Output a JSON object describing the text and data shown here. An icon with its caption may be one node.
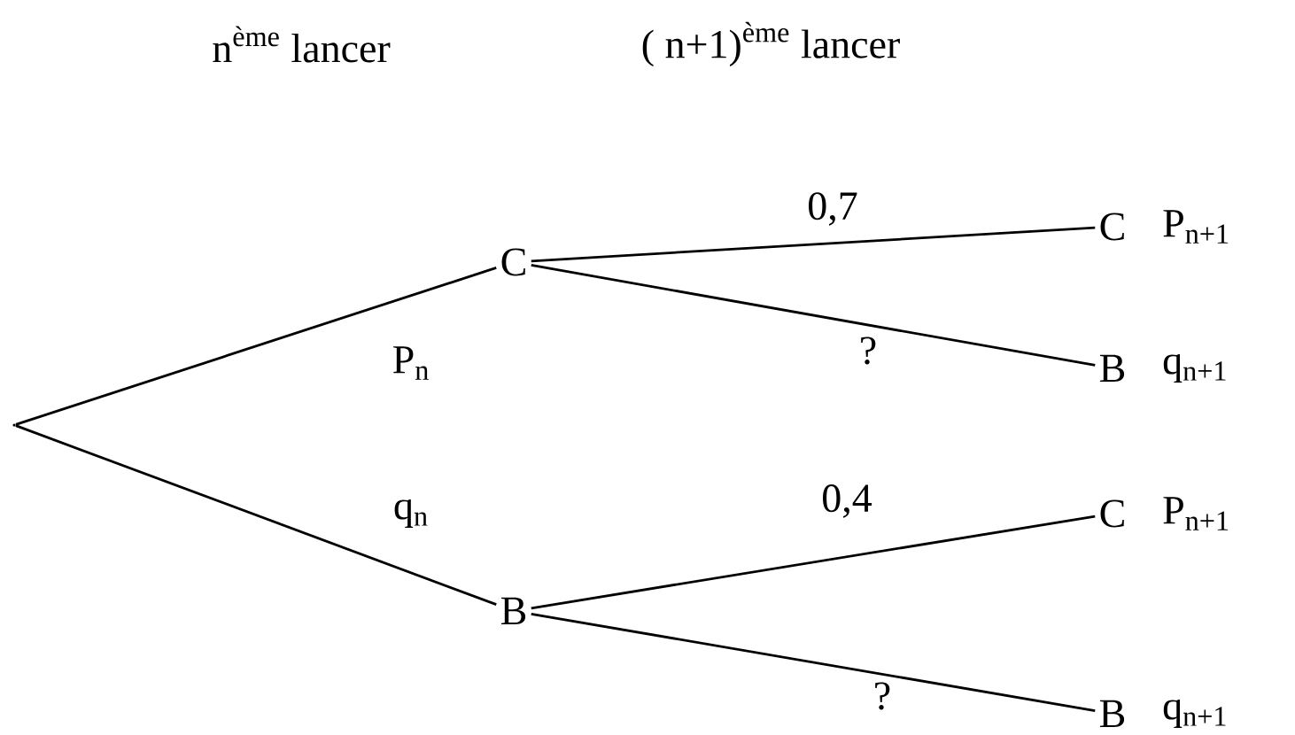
{
  "diagram": {
    "nodes": [
      {
        "text": [],
        "shape": "point"
      },
      {
        "text": [
          "C"
        ]
      },
      {
        "text": [
          "B"
        ]
      },
      {
        "text": [
          "C"
        ],
        "beside": [
          "P$_{n+1}$"
        ]
      },
      {
        "text": [
          "B"
        ],
        "beside": [
          "q$_{n+1}$"
        ]
      },
      {
        "text": [
          "C"
        ],
        "beside": [
          "P$_{n+1}$"
        ]
      },
      {
        "text": [
          "B"
        ],
        "beside": [
          "q$_{n+1}$"
        ]
      }
    ],
    "edges": [
      {
        "from": 0,
        "to": 1,
        "arrow": "none",
        "label": "P$_{n}$"
      },
      {
        "from": 0,
        "to": 2,
        "arrow": "none",
        "label": "q$_{n}$"
      },
      {
        "from": 1,
        "to": 3,
        "arrow": "none",
        "label": "0,7"
      },
      {
        "from": 1,
        "to": 4,
        "arrow": "none",
        "label": "?"
      },
      {
        "from": 2,
        "to": 5,
        "arrow": "none",
        "label": "0,4"
      },
      {
        "from": 2,
        "to": 6,
        "arrow": "none",
        "label": "?"
      }
    ],
    "labels": [
      "n$^{ème}$ lancer",
      "( n+1)$^{ème}$ lancer"
    ]
  }
}
